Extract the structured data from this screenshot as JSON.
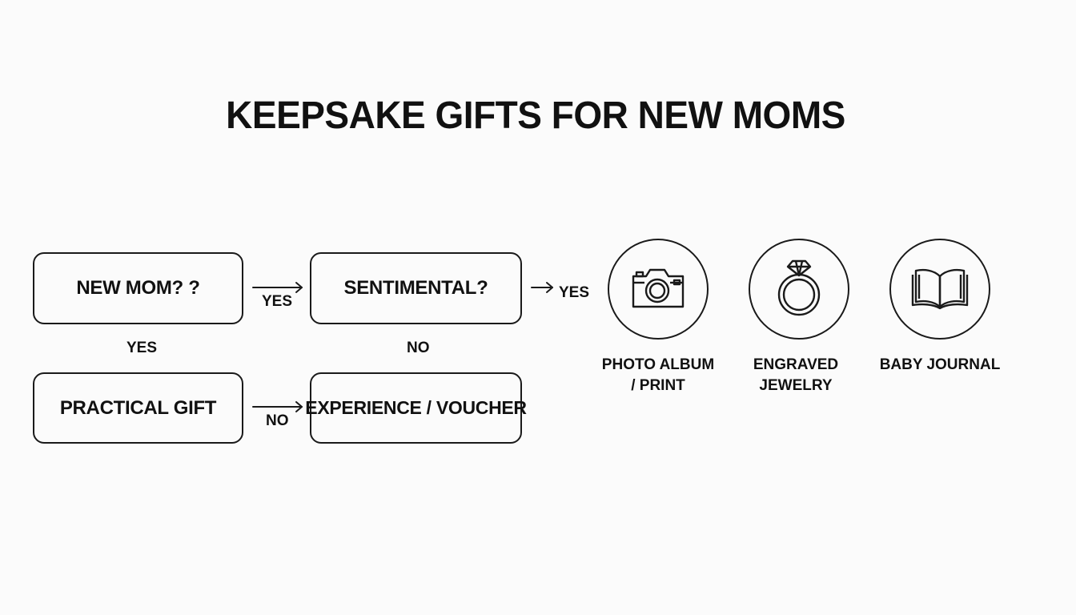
{
  "title": "KEEPSAKE GIFTS FOR NEW MOMS",
  "nodes": {
    "new_mom": "NEW MOM? ?",
    "sentimental": "SENTIMENTAL?",
    "practical": "PRACTICAL GIFT",
    "experience": "EXPERIENCE / VOUCHER"
  },
  "edges": {
    "new_mom_to_sentimental": "YES",
    "sentimental_to_options": "YES",
    "new_mom_down": "YES",
    "sentimental_down": "NO",
    "practical_to_experience": "NO"
  },
  "options": [
    {
      "icon": "camera-icon",
      "line1": "PHOTO ALBUM",
      "line2": "/ PRINT"
    },
    {
      "icon": "ring-icon",
      "line1": "ENGRAVED",
      "line2": "JEWELRY"
    },
    {
      "icon": "book-icon",
      "line1": "BABY JOURNAL",
      "line2": ""
    }
  ]
}
